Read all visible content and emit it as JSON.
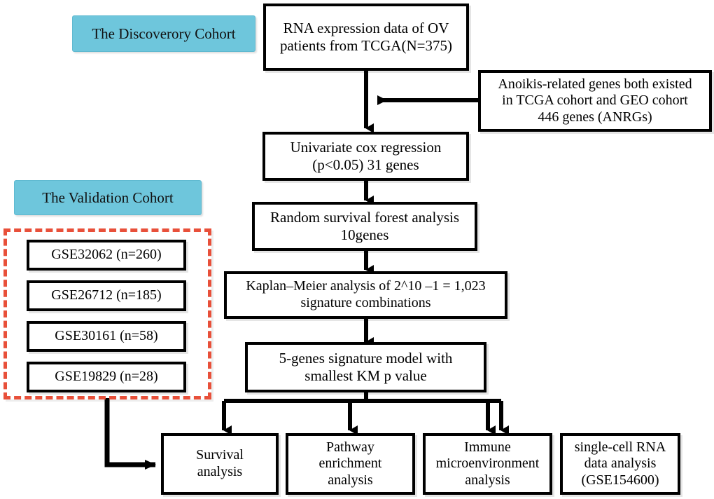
{
  "figure": {
    "type": "flowchart",
    "title": "Anoikis-related gene signature study workflow",
    "colors": {
      "badge_fill": "#6EC6DC",
      "dashed_border": "#E8503A",
      "node_border": "#000000",
      "node_fill": "#FFFFFF",
      "text": "#000000"
    }
  },
  "badges": {
    "discovery": "The Discoverory Cohort",
    "validation": "The Validation Cohort"
  },
  "nodes": {
    "rna_data": "RNA expression data of OV patients from TCGA(N=375)",
    "anrgs": "Anoikis-related genes both existed in TCGA cohort and GEO cohort 446 genes (ANRGs)",
    "univariate": "Univariate cox regression (p<0.05)  31 genes",
    "rsf": "Random survival forest analysis 10genes",
    "km": "Kaplan–Meier analysis of 2^10 –1 = 1,023 signature combinations",
    "model": "5-genes signature model with smallest KM p value"
  },
  "node_lines": {
    "rna_data": [
      "RNA expression data of OV",
      "patients from TCGA(N=375)"
    ],
    "anrgs": [
      "Anoikis-related genes both existed",
      "in TCGA cohort and GEO cohort",
      "446 genes (ANRGs)"
    ],
    "univariate": [
      "Univariate cox regression",
      "(p<0.05)  31 genes"
    ],
    "rsf": [
      "Random survival forest analysis",
      "10genes"
    ],
    "km": [
      "Kaplan–Meier analysis of 2^10 –1 = 1,023",
      "signature combinations"
    ],
    "model": [
      "5-genes signature model with",
      "smallest KM p value"
    ]
  },
  "validation_cohort": {
    "datasets": [
      {
        "label": "GSE32062 (n=260)",
        "accession": "GSE32062",
        "n": 260
      },
      {
        "label": "GSE26712 (n=185)",
        "accession": "GSE26712",
        "n": 185
      },
      {
        "label": "GSE30161 (n=58)",
        "accession": "GSE30161",
        "n": 58
      },
      {
        "label": "GSE19829 (n=28)",
        "accession": "GSE19829",
        "n": 28
      }
    ]
  },
  "downstream": [
    {
      "label": "Survival analysis",
      "lines": [
        "Survival analysis"
      ]
    },
    {
      "label": "Pathway enrichment analysis",
      "lines": [
        "Pathway",
        "enrichment",
        "analysis"
      ]
    },
    {
      "label": "Immune microenvironment analysis",
      "lines": [
        "Immune",
        "microenvironment",
        "analysis"
      ]
    },
    {
      "label": "single-cell RNA data analysis (GSE154600)",
      "lines": [
        "single-cell RNA",
        "data analysis",
        "(GSE154600)"
      ]
    }
  ]
}
